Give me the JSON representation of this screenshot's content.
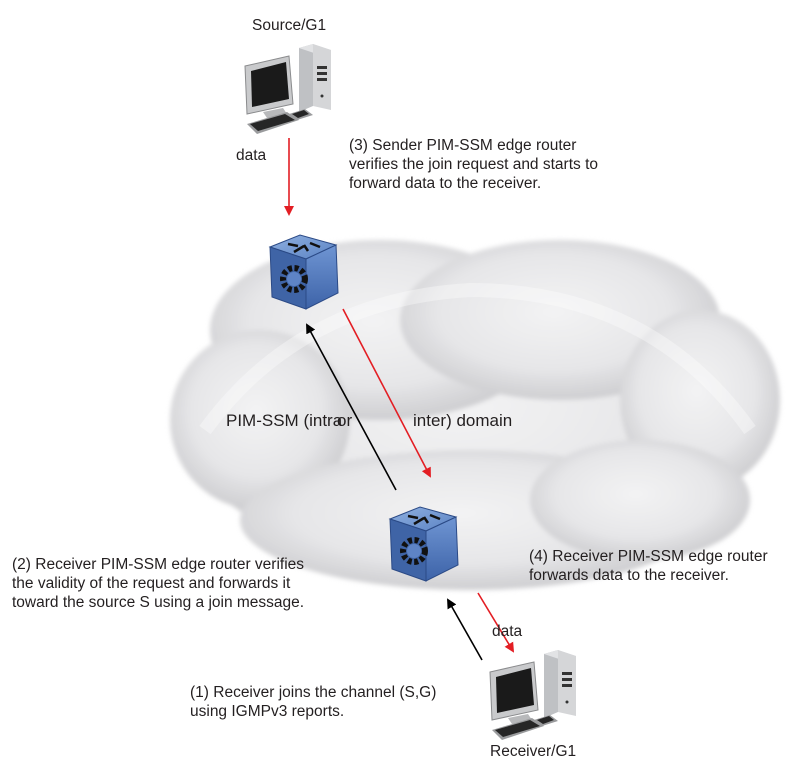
{
  "diagram": {
    "nodes": {
      "source": {
        "label": "Source/G1",
        "icon": "desktop-computer-icon"
      },
      "sender_router": {
        "icon": "router-icon"
      },
      "receiver_router": {
        "icon": "router-icon"
      },
      "receiver": {
        "label": "Receiver/G1",
        "icon": "desktop-computer-icon"
      }
    },
    "cloud": {
      "label_part1": "PIM-SSM (intra",
      "label_part2": "or",
      "label_part3": "inter) domain"
    },
    "edges": {
      "source_to_sender_router": {
        "label": "data",
        "color": "#e31e24"
      },
      "sender_router_to_receiver_router": {
        "color": "#e31e24"
      },
      "receiver_router_to_sender_router": {
        "color": "#000000"
      },
      "receiver_router_to_receiver": {
        "label": "data",
        "color": "#e31e24"
      },
      "receiver_to_receiver_router": {
        "color": "#000000"
      }
    },
    "steps": {
      "step1": [
        "(1) Receiver joins the channel (S,G)",
        "using IGMPv3 reports."
      ],
      "step2": [
        "(2) Receiver PIM-SSM edge router verifies",
        "the validity of the request and forwards it",
        "toward the source S using a join message."
      ],
      "step3": [
        "(3) Sender PIM-SSM edge router",
        "verifies the join request and starts to",
        "forward data to the receiver."
      ],
      "step4": [
        "(4) Receiver PIM-SSM edge router",
        "forwards data to the receiver."
      ]
    },
    "colors": {
      "data_flow": "#e31e24",
      "join_flow": "#000000",
      "router_blue": "#4f79b9",
      "text": "#231f20"
    }
  }
}
